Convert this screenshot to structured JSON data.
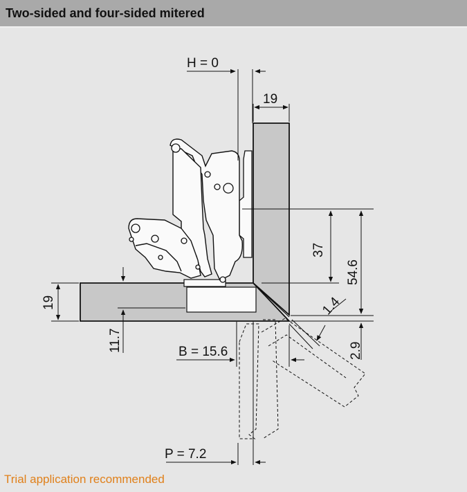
{
  "header": {
    "title": "Two-sided and four-sided mitered"
  },
  "dimensions": {
    "h": "H = 0",
    "door_thickness": "19",
    "d37": "37",
    "d54_6": "54.6",
    "d1_4": "1.4",
    "side_thickness": "19",
    "d11_7": "11.7",
    "b": "B = 15.6",
    "d2_9": "2.9",
    "p": "P = 7.2"
  },
  "footer": {
    "note": "Trial application recommended"
  },
  "colors": {
    "panel": "#c8c8c8",
    "line": "#111111",
    "note": "#e0801a"
  }
}
